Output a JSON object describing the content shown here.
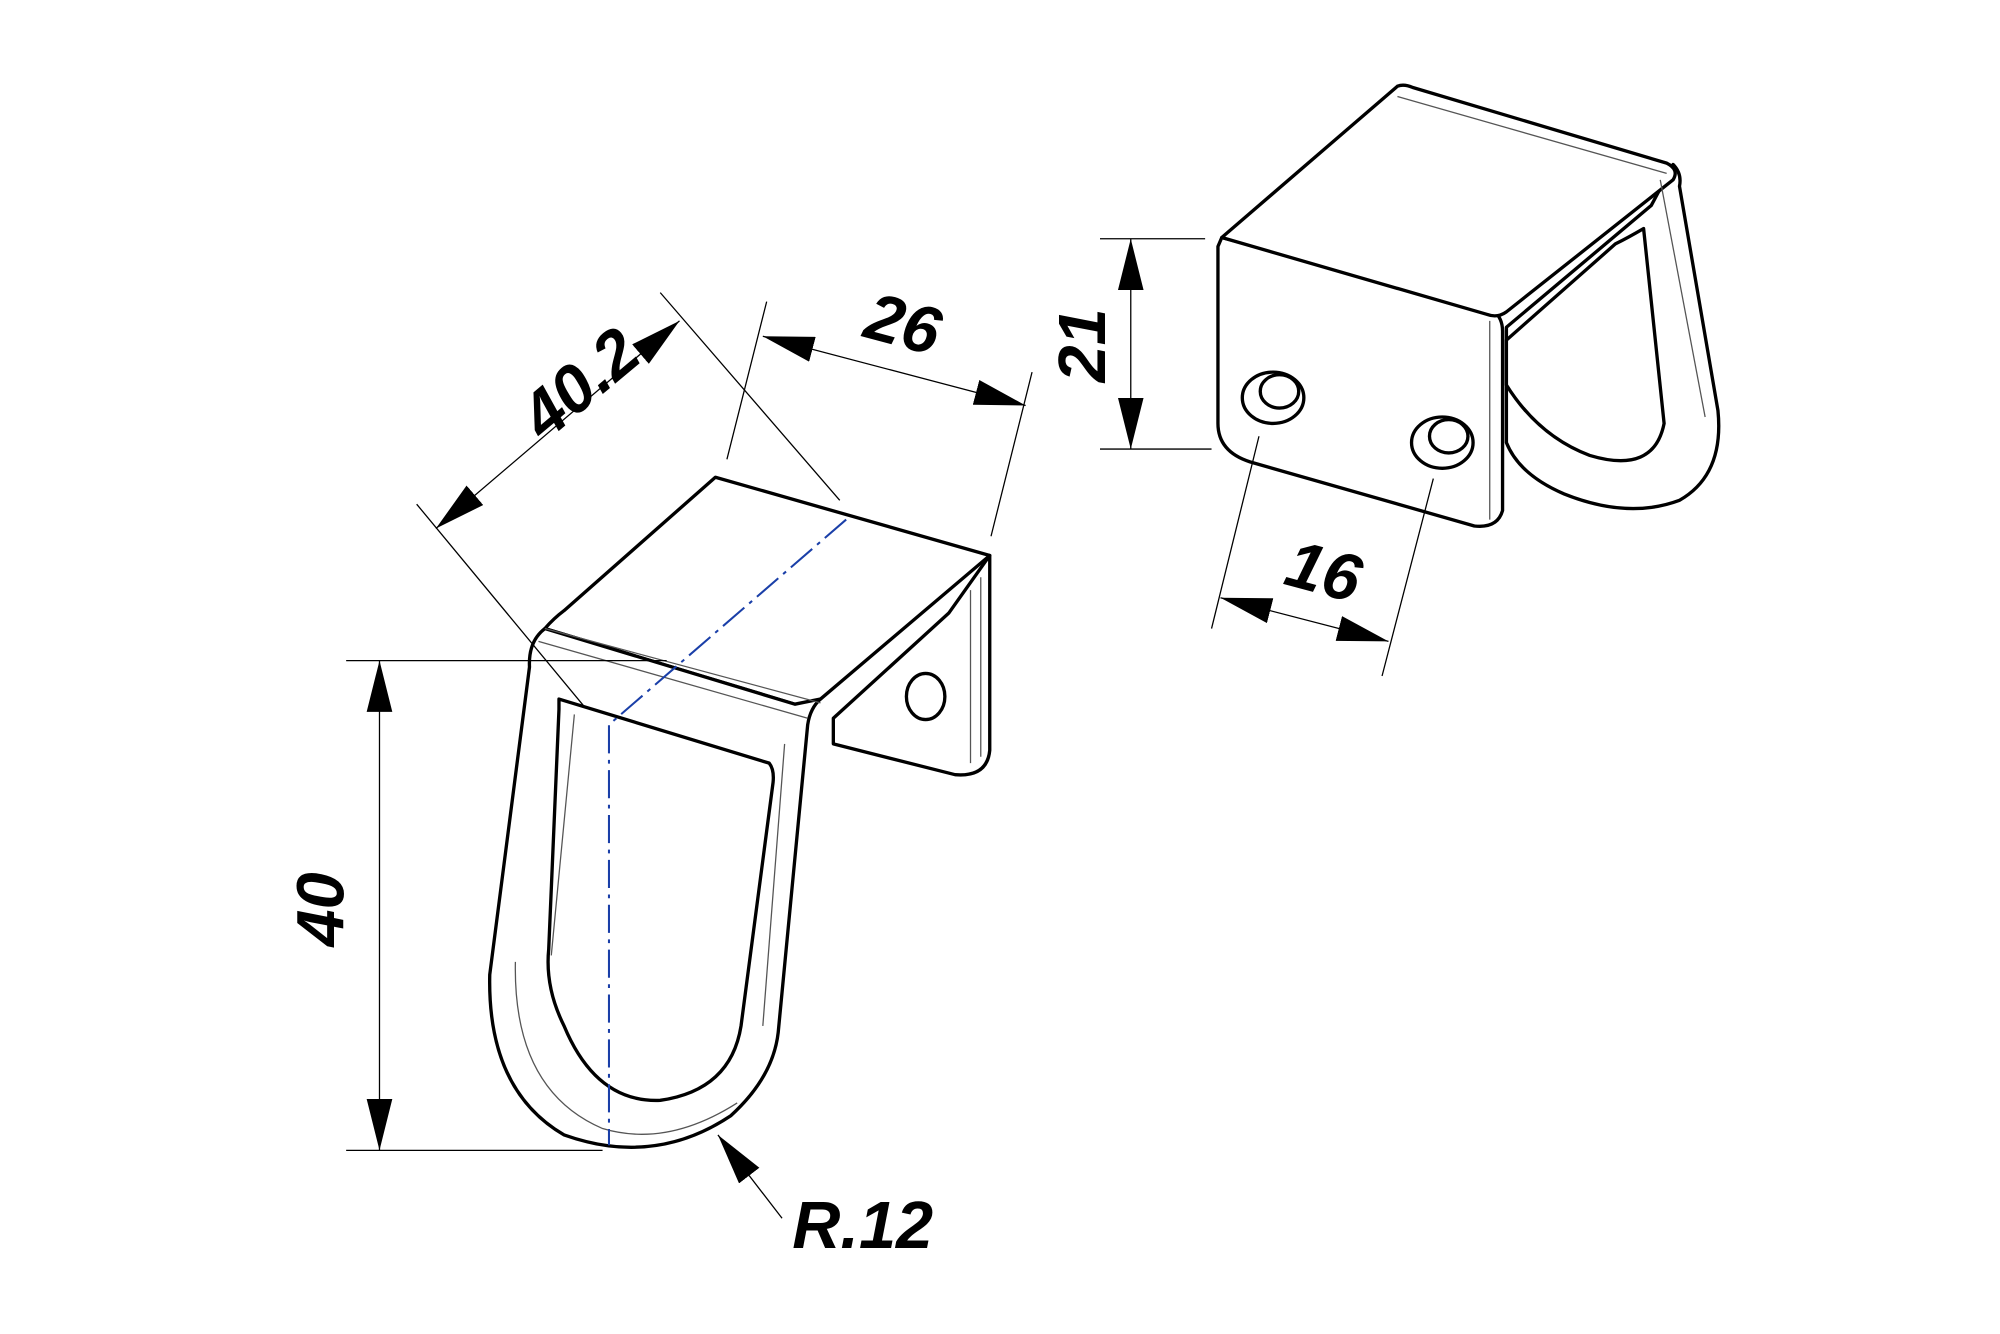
{
  "drawing": {
    "dimensions": {
      "length_diag": "40.2",
      "width": "26",
      "height": "40",
      "tab_height": "21",
      "hole_spacing": "16",
      "radius": "R.12"
    },
    "colors": {
      "line": "#000000",
      "centerline": "#1a3fa8"
    }
  }
}
